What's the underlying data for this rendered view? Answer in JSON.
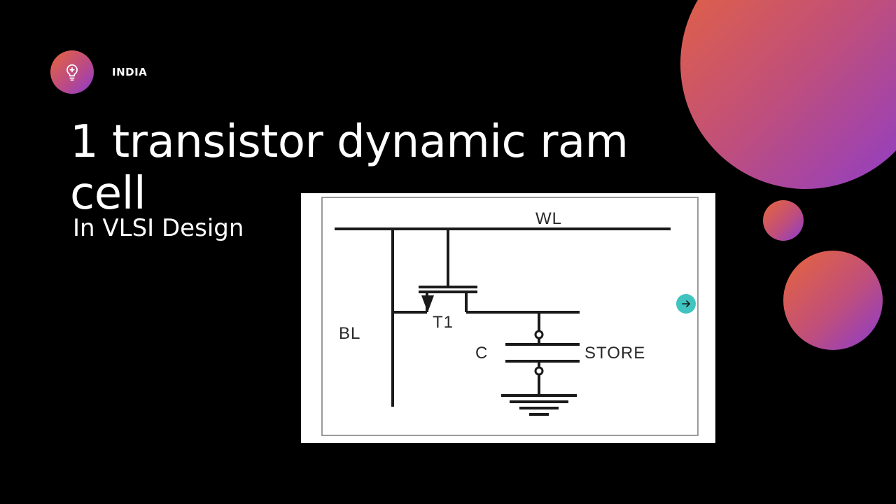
{
  "brand": {
    "label": "INDIA",
    "icon": "lightbulb-icon"
  },
  "slide": {
    "title": "1 transistor dynamic ram cell",
    "subtitle": "In VLSI Design"
  },
  "diagram": {
    "labels": {
      "word_line": "WL",
      "bit_line": "BL",
      "transistor": "T1",
      "capacitor": "C",
      "store": "STORE"
    }
  },
  "nav": {
    "next_icon": "arrow-right-icon"
  },
  "colors": {
    "background": "#000000",
    "gradient_start": "#e8653a",
    "gradient_end": "#8a3bd0",
    "nav_accent": "#3fc4c0"
  }
}
